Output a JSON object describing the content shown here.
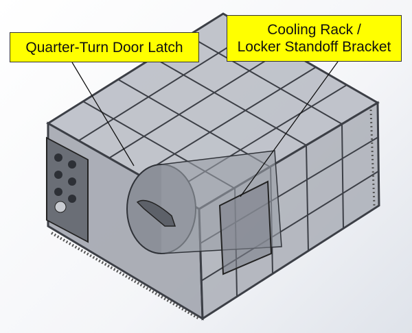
{
  "callouts": {
    "latch": "Quarter-Turn Door Latch",
    "bracket_line1": "Cooling Rack /",
    "bracket_line2": "Locker Standoff Bracket"
  },
  "colors": {
    "callout_bg": "#ffff00",
    "frame": "#4a4e57",
    "panel": "#a9adb6"
  }
}
